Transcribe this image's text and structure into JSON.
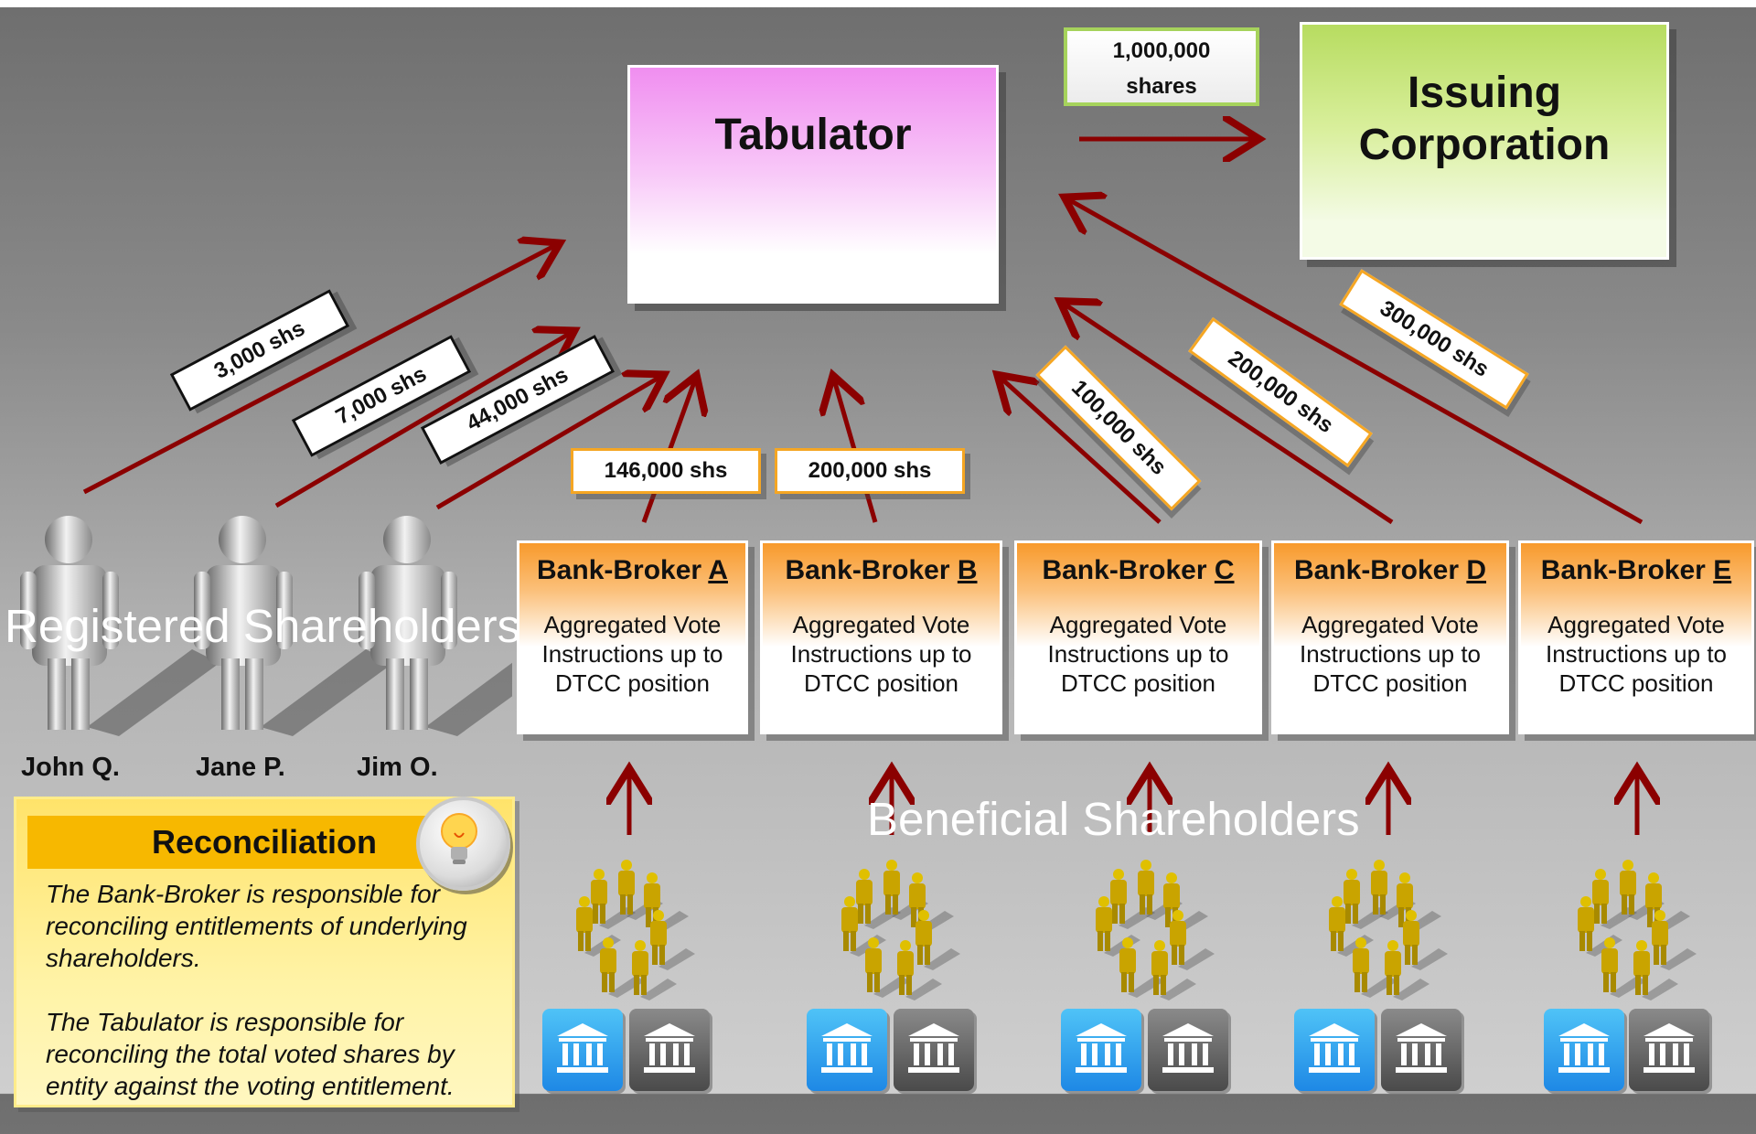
{
  "tabulator": {
    "title": "Tabulator"
  },
  "issuer": {
    "line1": "Issuing",
    "line2": "Corporation"
  },
  "shares_box": {
    "line1": "1,000,000",
    "line2": "shares"
  },
  "registered_tags": [
    "3,000 shs",
    "7,000 shs",
    "44,000 shs"
  ],
  "broker_tags": [
    "146,000 shs",
    "200,000 shs",
    "100,000 shs",
    "200,000 shs",
    "300,000 shs"
  ],
  "brokers": [
    {
      "prefix": "Bank-Broker ",
      "letter": "A",
      "line1": "Aggregated Vote",
      "line2": "Instructions up to",
      "line3": "DTCC position"
    },
    {
      "prefix": "Bank-Broker ",
      "letter": "B",
      "line1": "Aggregated Vote",
      "line2": "Instructions up to",
      "line3": "DTCC position"
    },
    {
      "prefix": "Bank-Broker ",
      "letter": "C",
      "line1": "Aggregated Vote",
      "line2": "Instructions up to",
      "line3": "DTCC position"
    },
    {
      "prefix": "Bank-Broker ",
      "letter": "D",
      "line1": "Aggregated Vote",
      "line2": "Instructions up to",
      "line3": "DTCC position"
    },
    {
      "prefix": "Bank-Broker ",
      "letter": "E",
      "line1": "Aggregated Vote",
      "line2": "Instructions up to",
      "line3": "DTCC position"
    }
  ],
  "registered_shareholders": {
    "label": "Registered Shareholders",
    "names": [
      "John Q.",
      "Jane P.",
      "Jim O."
    ]
  },
  "beneficial_shareholders": {
    "label": "Beneficial Shareholders"
  },
  "reconciliation": {
    "title": "Reconciliation",
    "para1": "The Bank-Broker is responsible for reconciling entitlements of underlying shareholders.",
    "para2": "The Tabulator is responsible for reconciling the total voted shares by entity against the voting entitlement."
  },
  "colors": {
    "arrow": "#8b0000",
    "tabulator": "#f08ef0",
    "issuer": "#b7dc60",
    "broker": "#f89a2c",
    "reconciliation": "#ffe36a",
    "people": "#c9a400"
  },
  "icons": [
    "person-icon",
    "bank-icon",
    "lightbulb-icon",
    "people-group-icon"
  ]
}
